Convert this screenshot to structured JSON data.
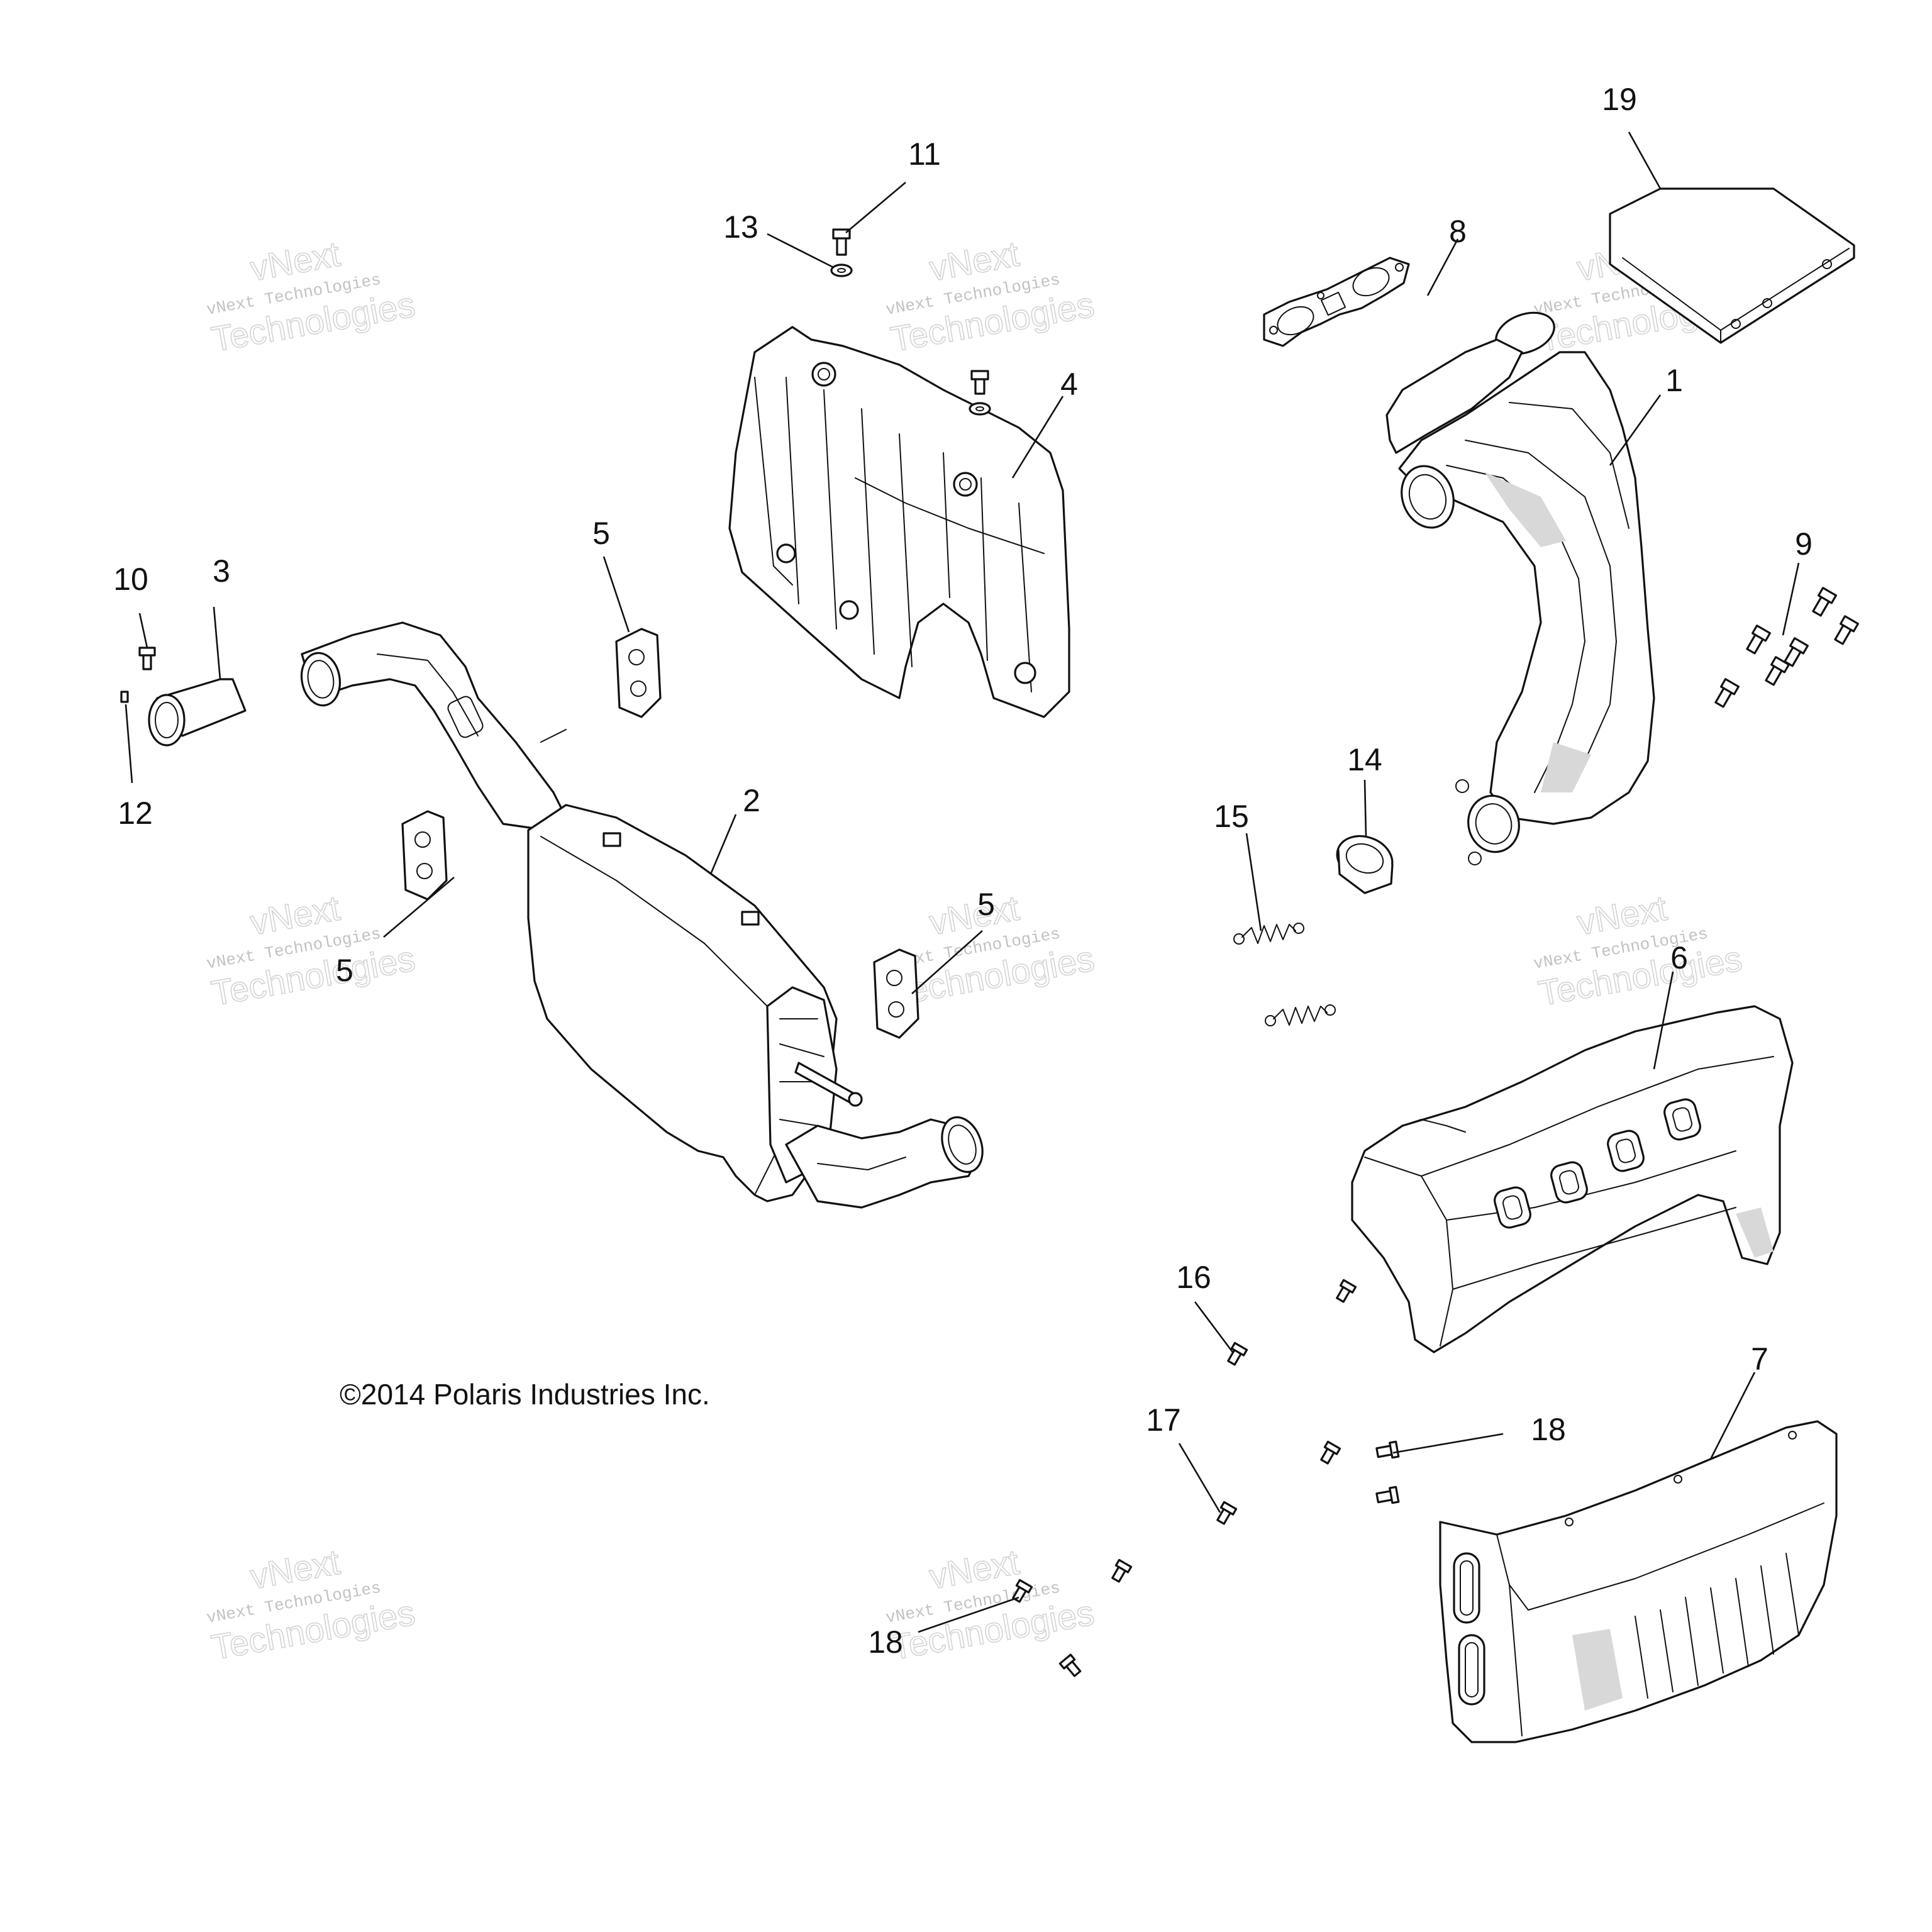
{
  "copyright": "©2014 Polaris Industries Inc.",
  "watermark": {
    "line": "vNext Technologies",
    "brand_top": "vNext",
    "brand_bottom": "Technologies"
  },
  "callouts": {
    "c1": "1",
    "c2": "2",
    "c3": "3",
    "c4": "4",
    "c5a": "5",
    "c5b": "5",
    "c5c": "5",
    "c6": "6",
    "c7": "7",
    "c8": "8",
    "c9": "9",
    "c10": "10",
    "c11": "11",
    "c12": "12",
    "c13": "13",
    "c14": "14",
    "c15": "15",
    "c16": "16",
    "c17": "17",
    "c18a": "18",
    "c18b": "18",
    "c19": "19"
  }
}
